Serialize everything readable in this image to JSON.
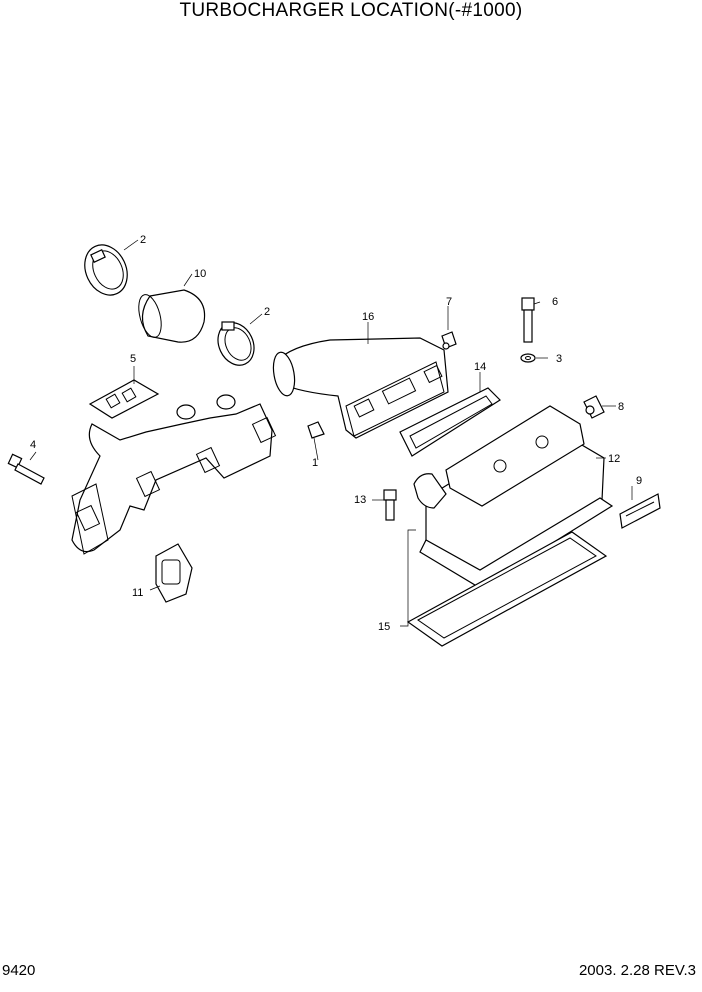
{
  "header": {
    "title": "TURBOCHARGER LOCATION(-#1000)"
  },
  "footer": {
    "page_code": "9420",
    "revision": "2003. 2.28  REV.3"
  },
  "callouts": {
    "c1": "1",
    "c2a": "2",
    "c2b": "2",
    "c3": "3",
    "c4": "4",
    "c5": "5",
    "c6": "6",
    "c7": "7",
    "c8": "8",
    "c9": "9",
    "c10": "10",
    "c11": "11",
    "c12": "12",
    "c13": "13",
    "c14": "14",
    "c15": "15",
    "c16": "16"
  }
}
